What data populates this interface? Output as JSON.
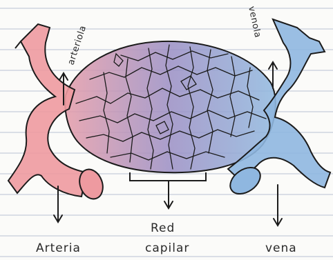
{
  "colors": {
    "paper": "#fbfbf9",
    "rule_line": "#b9c2d2",
    "artery_fill": "#ee9aa0",
    "vein_fill": "#8fb7e0",
    "capillary_left": "#e49aa8",
    "capillary_mid": "#9a8ec4",
    "capillary_right": "#8fb8df",
    "ink": "#1b1b1b"
  },
  "labels": {
    "arteriola": "arteriola",
    "venola": "venola",
    "arteria": "Arteria",
    "red_line1": "Red",
    "red_line2": "capilar",
    "vena": "vena"
  },
  "icons": [
    "down-arrow-icon",
    "up-arrow-icon"
  ]
}
